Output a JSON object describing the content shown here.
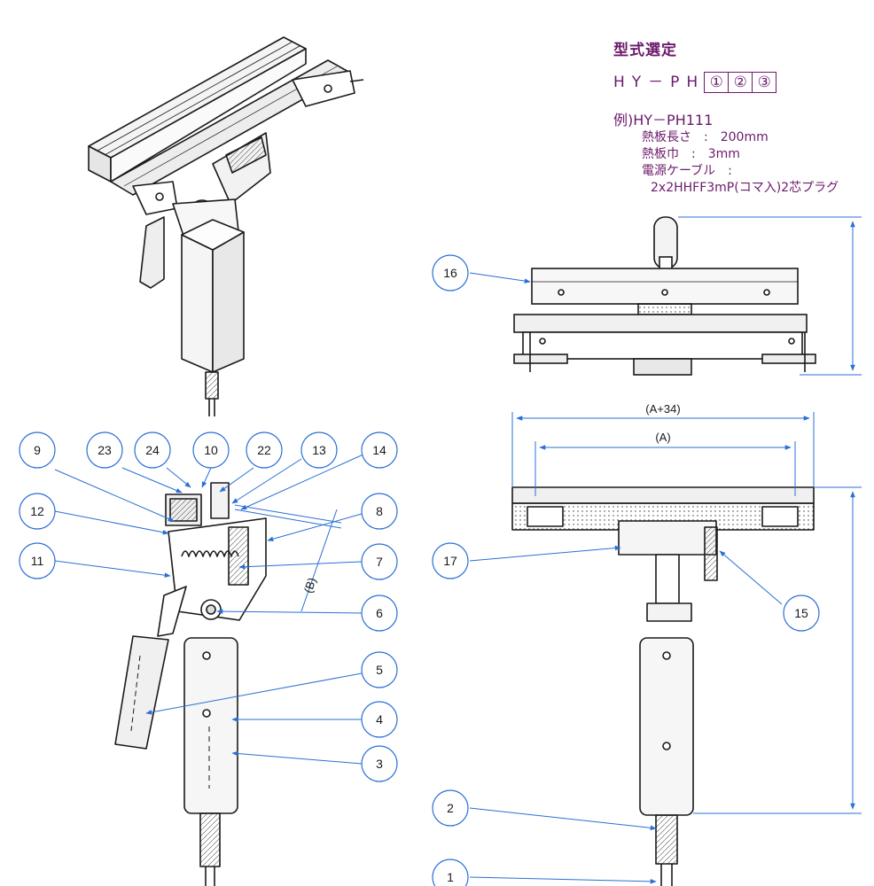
{
  "spec": {
    "title": "型式選定",
    "model_prefix": "HY－PH",
    "model_boxes": [
      "①",
      "②",
      "③"
    ],
    "example": "例)HY－PH111",
    "lines": [
      "熱板長さ　:　200mm",
      "熱板巾　:　3mm",
      "電源ケーブル　:",
      "2x2HHFF3mP(コマ入)2芯プラグ"
    ]
  },
  "dimensions": {
    "a_plus": "(A+34)",
    "a": "(A)",
    "b": "(B)"
  },
  "callouts": [
    "1",
    "2",
    "3",
    "4",
    "5",
    "6",
    "7",
    "8",
    "9",
    "10",
    "11",
    "12",
    "13",
    "14",
    "15",
    "16",
    "17",
    "22",
    "23",
    "24"
  ],
  "colors": {
    "line": "#1a1a1a",
    "callout": "#2a6fd6",
    "spec_text": "#6b1a6b"
  }
}
